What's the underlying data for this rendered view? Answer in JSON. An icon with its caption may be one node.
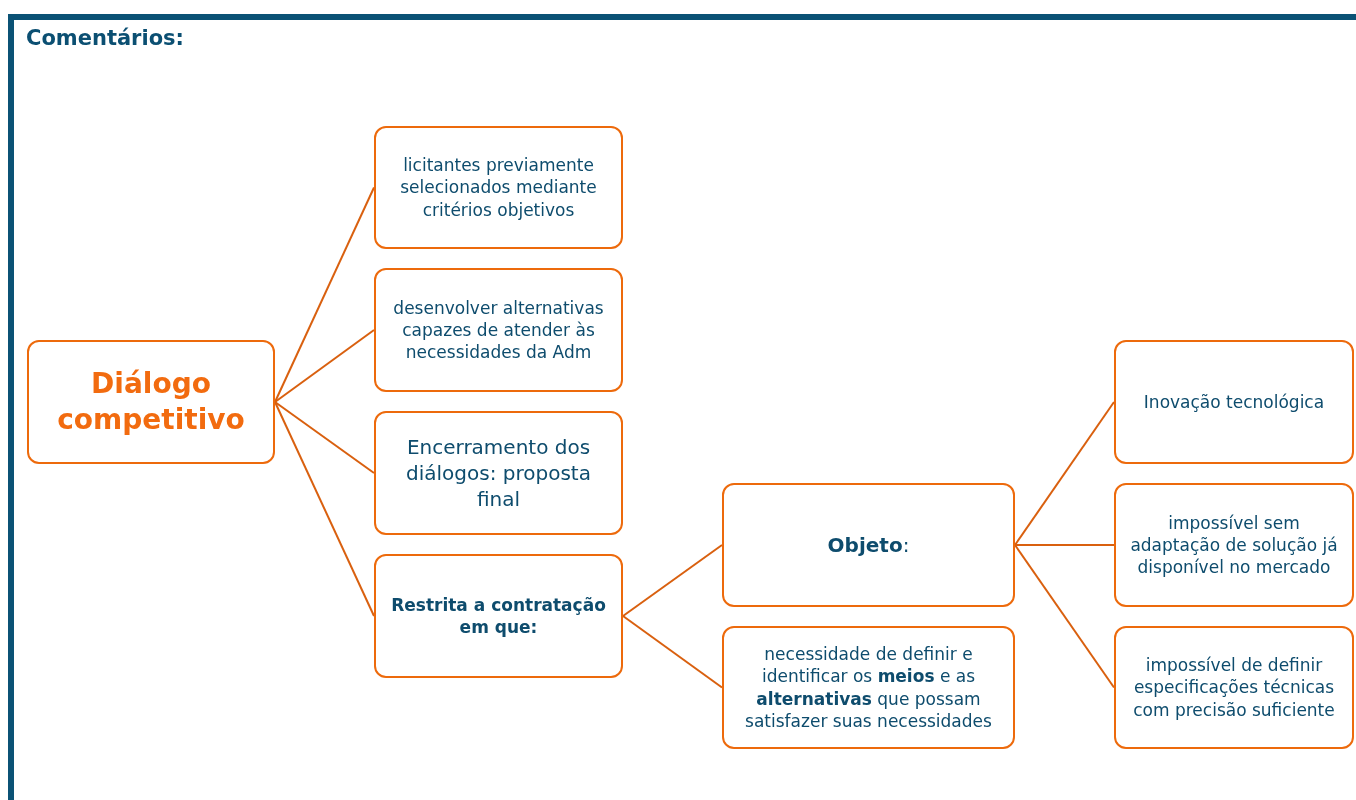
{
  "diagram": {
    "title": "Comentários:",
    "nodes": [
      {
        "text": [
          "Diálogo competitivo"
        ]
      },
      {
        "text": [
          "licitantes previamente selecionados mediante critérios objetivos"
        ]
      },
      {
        "text": [
          "desenvolver alternativas capazes de atender às necessidades da Adm"
        ]
      },
      {
        "text": [
          "Encerramento dos diálogos: proposta final"
        ]
      },
      {
        "text": [
          "Restrita a contratação em que:"
        ]
      },
      {
        "text": [
          "**Objeto**:"
        ]
      },
      {
        "text": [
          "necessidade de definir e identificar os **meios** e as **alternativas** que possam satisfazer suas necessidades"
        ]
      },
      {
        "text": [
          "Inovação tecnológica"
        ]
      },
      {
        "text": [
          "impossível sem adaptação de solução já disponível no mercado"
        ]
      },
      {
        "text": [
          "impossível de definir especificações técnicas com precisão suficiente"
        ]
      }
    ],
    "edges": [
      {
        "from": 0,
        "to": 1,
        "arrow": "none"
      },
      {
        "from": 0,
        "to": 2,
        "arrow": "none"
      },
      {
        "from": 0,
        "to": 3,
        "arrow": "none"
      },
      {
        "from": 0,
        "to": 4,
        "arrow": "none"
      },
      {
        "from": 4,
        "to": 5,
        "arrow": "none"
      },
      {
        "from": 4,
        "to": 6,
        "arrow": "none"
      },
      {
        "from": 5,
        "to": 7,
        "arrow": "none"
      },
      {
        "from": 5,
        "to": 8,
        "arrow": "none"
      },
      {
        "from": 5,
        "to": 9,
        "arrow": "none"
      }
    ]
  }
}
